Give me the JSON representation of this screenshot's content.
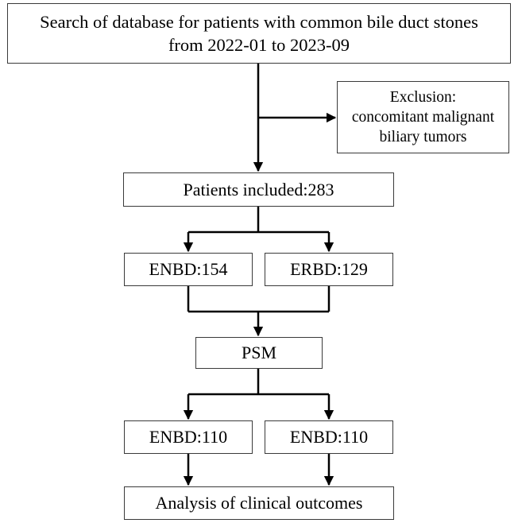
{
  "flowchart": {
    "search": {
      "line1": "Search of database for patients with common bile duct stones",
      "line2": "from 2022-01 to 2023-09"
    },
    "exclusion": {
      "line1": "Exclusion:",
      "line2": "concomitant malignant",
      "line3": "biliary tumors"
    },
    "included": "Patients included:283",
    "groups_before": {
      "left": "ENBD:154",
      "right": "ERBD:129"
    },
    "matching": "PSM",
    "groups_after": {
      "left": "ENBD:110",
      "right": "ENBD:110"
    },
    "outcome": "Analysis of clinical outcomes"
  }
}
